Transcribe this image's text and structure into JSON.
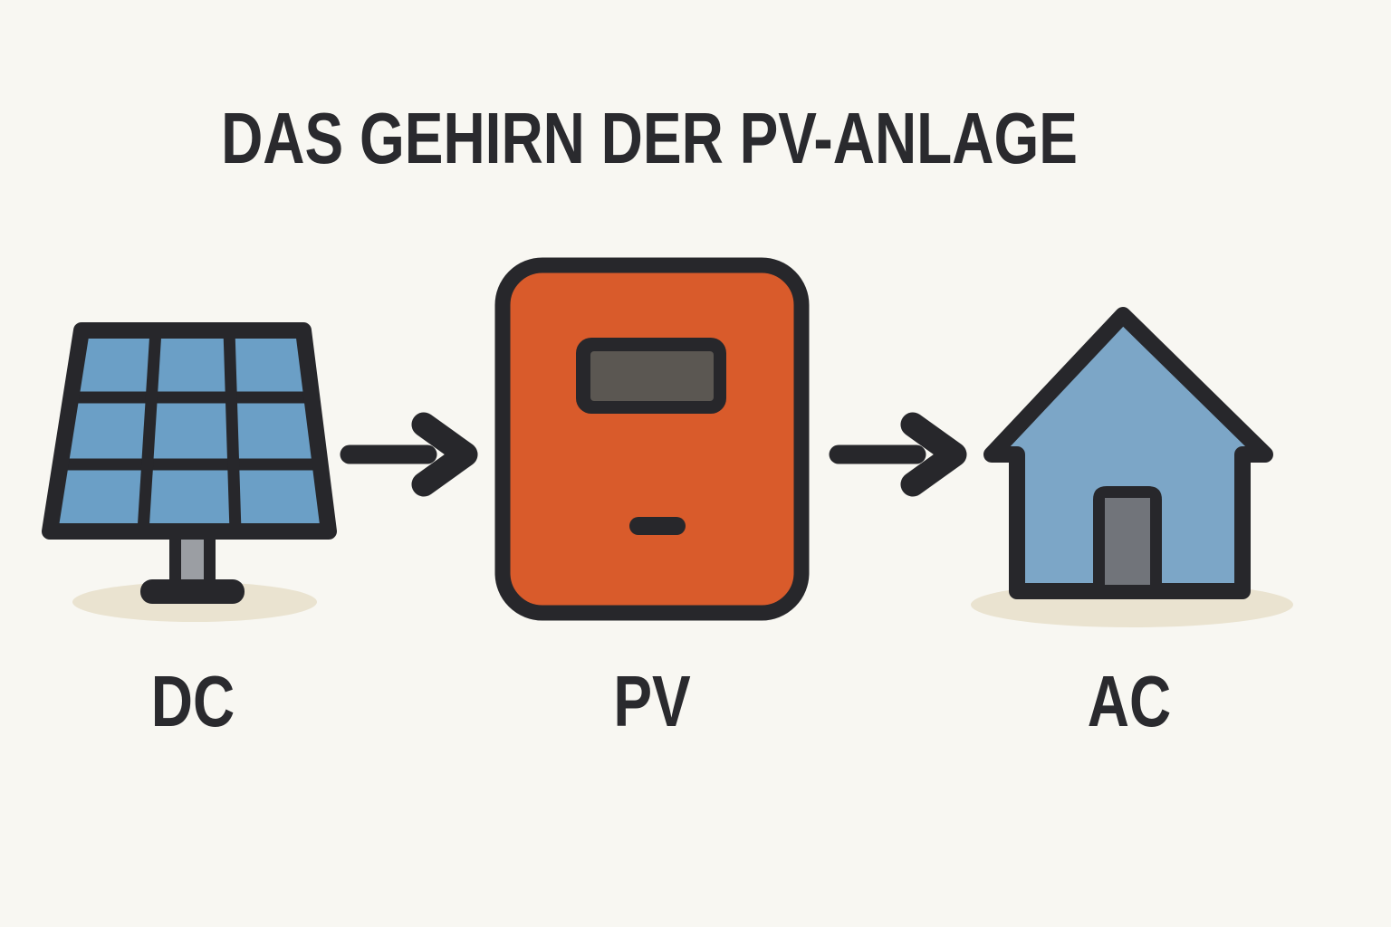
{
  "title": "DAS GEHIRN DER PV-ANLAGE",
  "diagram": {
    "nodes": [
      {
        "id": "solar-panel",
        "icon": "solar-panel-icon",
        "label": "DC"
      },
      {
        "id": "inverter",
        "icon": "inverter-icon",
        "label": "PV"
      },
      {
        "id": "house",
        "icon": "house-icon",
        "label": "AC"
      }
    ],
    "arrows": [
      {
        "from": "DC",
        "to": "PV"
      },
      {
        "from": "PV",
        "to": "AC"
      }
    ]
  },
  "colors": {
    "background": "#F8F7F2",
    "outline": "#27272B",
    "text": "#2A2A2E",
    "orange": "#D95B2B",
    "panel_blue": "#6B9FC6",
    "house_blue": "#7CA6C7",
    "pole_gray": "#9B9EA3",
    "door_gray": "#71747A",
    "screen_gray": "#5B5752",
    "shadow_beige": "#EAE3D0"
  }
}
